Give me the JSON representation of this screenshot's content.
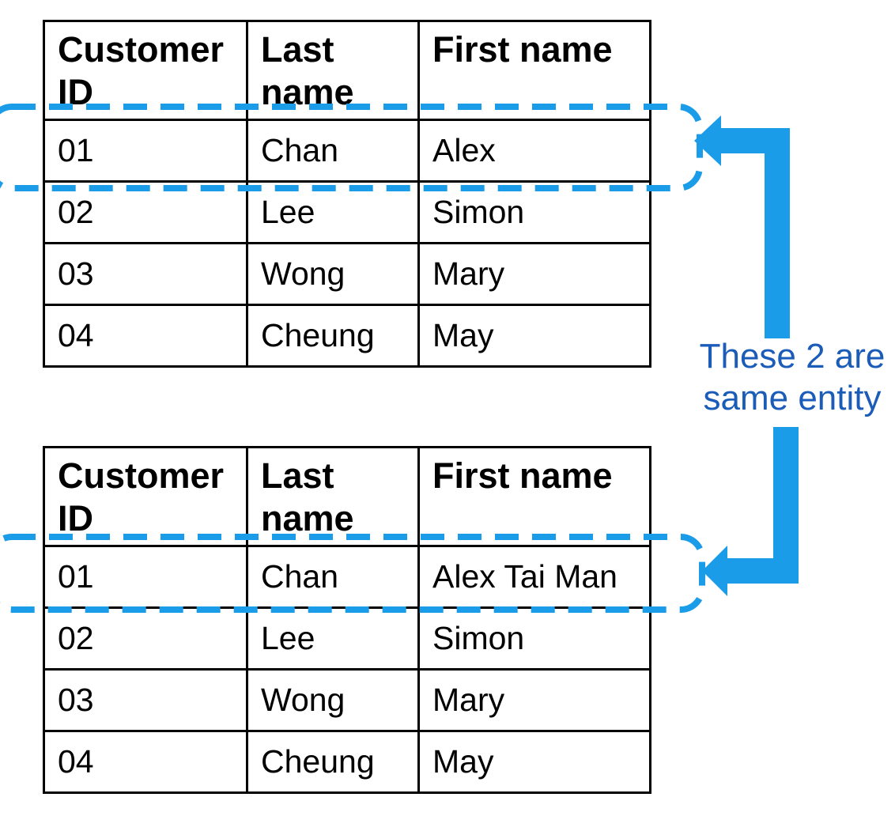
{
  "colors": {
    "accent_blue": "#1B9CE8",
    "label_blue": "#1A5CB8",
    "table_border": "#000000",
    "background": "#FFFFFF"
  },
  "annotation": {
    "line1": "These 2 are",
    "line2": "same entity"
  },
  "graphics": {
    "top_highlight": "dashed-rounded-rectangle around top table row 01",
    "bottom_highlight": "dashed-rounded-rectangle around bottom table row 01",
    "top_arrow": "elbow-arrow-pointing-left at top highlighted row",
    "bottom_arrow": "elbow-arrow-pointing-left at bottom highlighted row"
  },
  "tables": {
    "headers": [
      "Customer\nID",
      "Last\nname",
      "First name"
    ],
    "top_rows": [
      [
        "01",
        "Chan",
        "Alex"
      ],
      [
        "02",
        "Lee",
        "Simon"
      ],
      [
        "03",
        "Wong",
        "Mary"
      ],
      [
        "04",
        "Cheung",
        "May"
      ]
    ],
    "bottom_rows": [
      [
        "01",
        "Chan",
        "Alex Tai Man"
      ],
      [
        "02",
        "Lee",
        "Simon"
      ],
      [
        "03",
        "Wong",
        "Mary"
      ],
      [
        "04",
        "Cheung",
        "May"
      ]
    ]
  }
}
